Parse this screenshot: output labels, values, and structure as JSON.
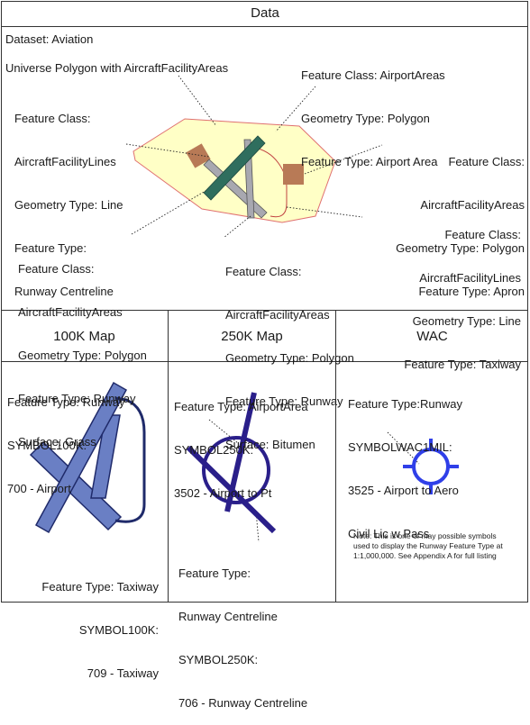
{
  "header": {
    "title": "Data"
  },
  "dataset_label": "Dataset: Aviation",
  "universe_label": "Universe Polygon with AircraftFacilityAreas",
  "callouts": {
    "airport_area": [
      "Feature Class: AirportAreas",
      "Geometry Type: Polygon",
      "Feature Type: Airport Area"
    ],
    "runway_centreline": [
      "Feature Class:",
      "AircraftFacilityLines",
      "Geometry Type: Line",
      "Feature Type:",
      "Runway Centreline"
    ],
    "apron": [
      "Feature Class:",
      "AircraftFacilityAreas",
      "Geometry Type: Polygon",
      "Feature Type: Apron"
    ],
    "taxiway": [
      "Feature Class:",
      "AircraftFacilityLines",
      "Geometry Type: Line",
      "Feature Type: Taxiway"
    ],
    "runway_grass": [
      "Feature Class:",
      "AircraftFacilityAreas",
      "Geometry Type: Polygon",
      "Feature Type: Runway",
      "Surface: Grass"
    ],
    "runway_bitumen": [
      "Feature Class:",
      "AircraftFacilityAreas",
      "Geometry Type: Polygon",
      "Feature Type: Runway",
      "Surface: Bitumen"
    ]
  },
  "columns": [
    {
      "title": "100K Map",
      "top_text": [
        "Feature Type: Runway",
        "SYMBOL100K:",
        "700 - Airport"
      ],
      "bottom_text": [
        "Feature Type: Taxiway",
        "SYMBOL100K:",
        "709 - Taxiway"
      ]
    },
    {
      "title": "250K Map",
      "top_text": [
        "Feature Type: AirportArea",
        "SYMBOL250K:",
        "3502 - Airport to Pt"
      ],
      "bottom_text": [
        "Feature Type:",
        "Runway Centreline",
        "SYMBOL250K:",
        "706 - Runway Centreline"
      ]
    },
    {
      "title": "WAC",
      "top_text": [
        "Feature Type:Runway",
        "SYMBOLWAC1MIL:",
        "3525 - Airport to Aero",
        "Civil Lic w Pass"
      ],
      "note": [
        "Note: This is one of may possible symbols",
        "used to display the Runway Feature Type at",
        "1:1,000,000. See Appendix A for full listing"
      ]
    }
  ],
  "colors": {
    "universe_fill": "#ffffc6",
    "universe_stroke": "#e07070",
    "apron": "#b87a56",
    "runway_grey": "#a8a8b0",
    "runway_green": "#2f6e5e",
    "symbol_100k": "#6a7fc4",
    "symbol_250k": "#2a1f8a",
    "symbol_wac": "#2f3fe8"
  }
}
